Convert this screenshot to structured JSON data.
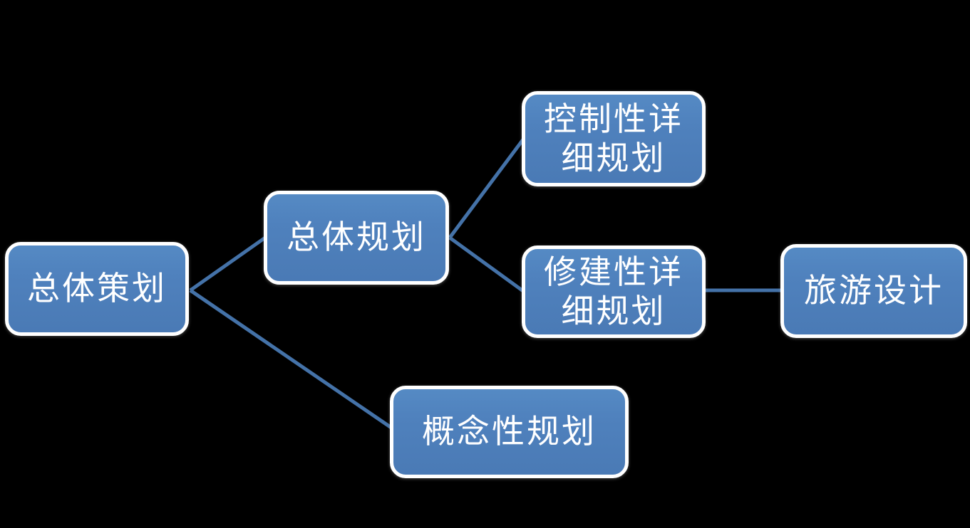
{
  "diagram": {
    "title": "planning-hierarchy-diagram",
    "background_color": "#000000",
    "colors": {
      "node_fill": "#4F81BD",
      "node_border": "#FFFFFF",
      "node_text": "#FFFFFF",
      "connector": "#4472A8"
    },
    "nodes": {
      "overall_strategy": {
        "label": "总体策划"
      },
      "master_plan": {
        "label": "总体规划"
      },
      "regulatory_detailed": {
        "label": "控制性详\n细规划"
      },
      "constructive_detailed": {
        "label": "修建性详\n细规划"
      },
      "tourism_design": {
        "label": "旅游设计"
      },
      "conceptual_plan": {
        "label": "概念性规划"
      }
    },
    "edges": [
      {
        "from": "overall_strategy",
        "to": "master_plan"
      },
      {
        "from": "overall_strategy",
        "to": "conceptual_plan"
      },
      {
        "from": "master_plan",
        "to": "regulatory_detailed"
      },
      {
        "from": "master_plan",
        "to": "constructive_detailed"
      },
      {
        "from": "constructive_detailed",
        "to": "tourism_design"
      }
    ]
  }
}
